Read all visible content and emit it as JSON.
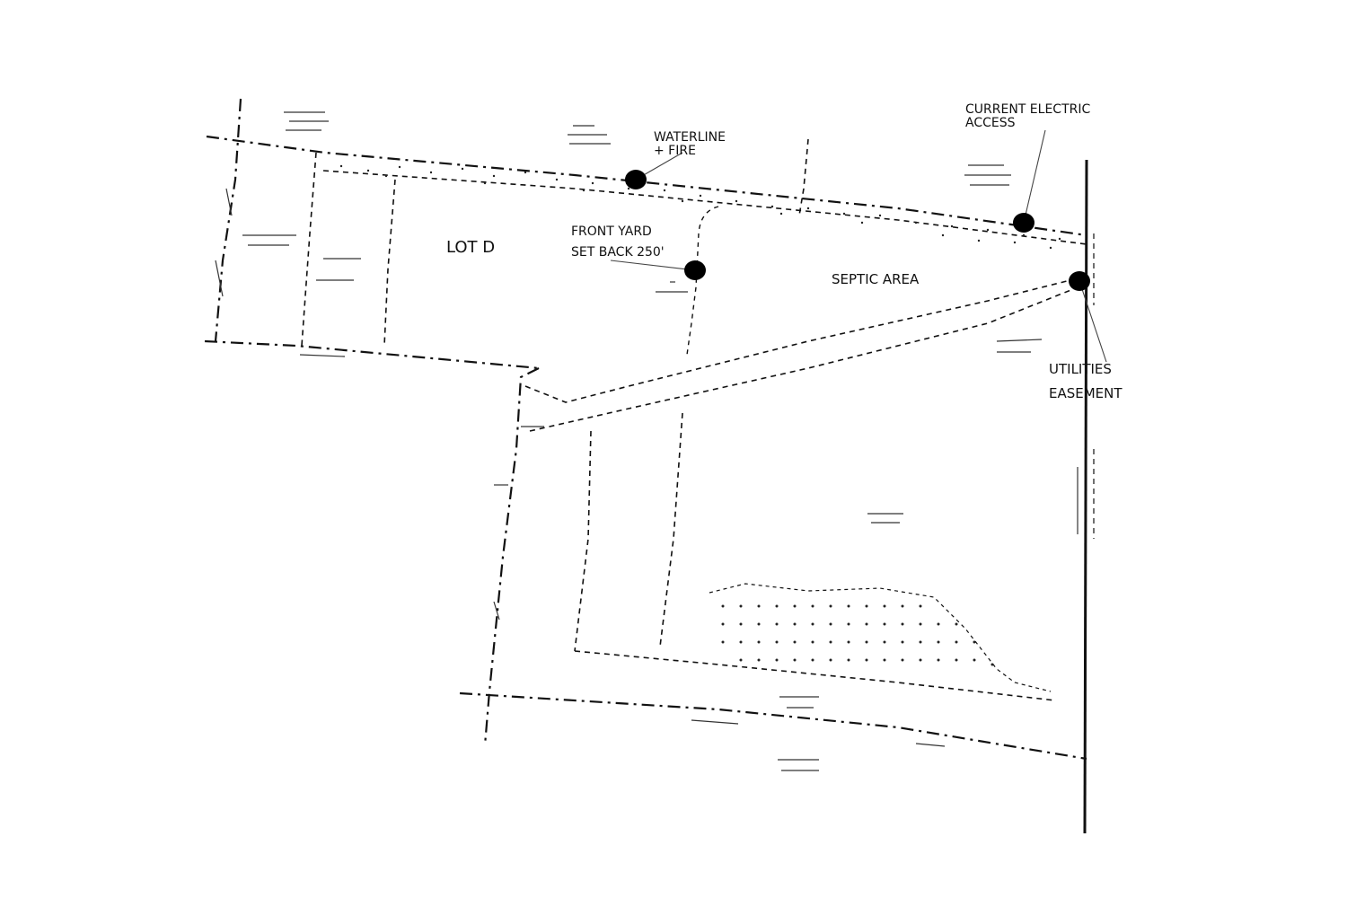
{
  "labels": {
    "lot": "LOT D",
    "septic": "SEPTIC AREA",
    "waterline_1": "WATERLINE",
    "waterline_2": "+ FIRE",
    "front_yard_1": "FRONT YARD",
    "front_yard_2": "SET BACK 250'",
    "electric_1": "CURRENT ELECTRIC",
    "electric_2": "ACCESS",
    "utilities_1": "UTILITIES",
    "utilities_2": "EASEMENT"
  },
  "colors": {
    "line": "#111111",
    "marker": "#000000",
    "background": "#ffffff"
  }
}
